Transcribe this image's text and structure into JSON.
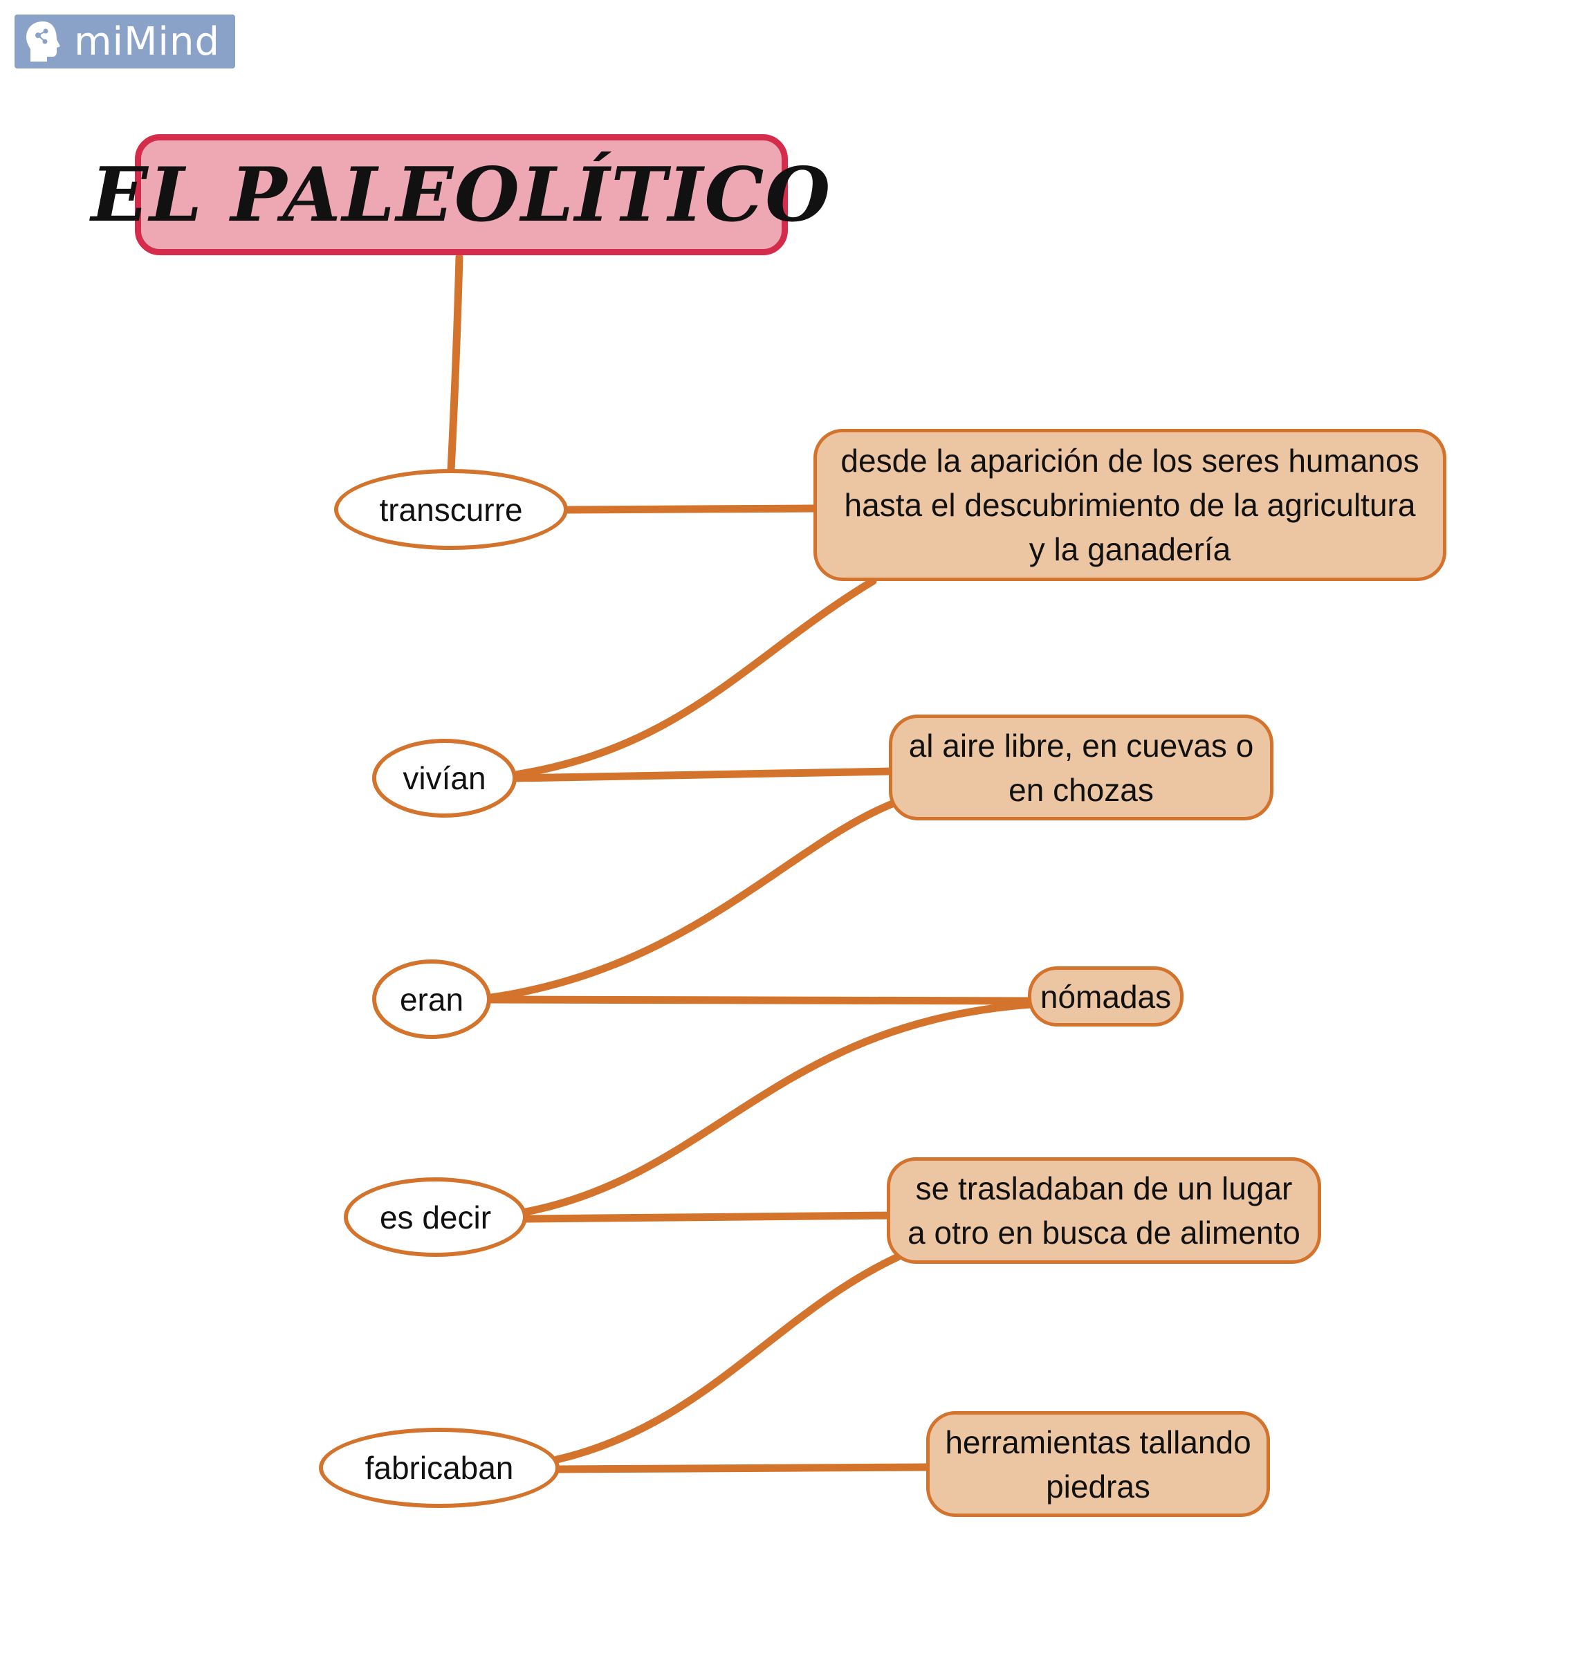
{
  "app": {
    "logo_text": "miMind"
  },
  "diagram": {
    "title": "EL PALEOLÍTICO",
    "colors": {
      "link": "#d3732c",
      "title_fill": "#eda8b4",
      "title_border": "#d42c4a",
      "box_fill": "#ecc5a3",
      "oval_border": "#d3732c"
    },
    "connectors": [
      {
        "id": "transcurre",
        "label": "transcurre"
      },
      {
        "id": "vivian",
        "label": "vivían"
      },
      {
        "id": "eran",
        "label": "eran"
      },
      {
        "id": "es-decir",
        "label": "es decir"
      },
      {
        "id": "fabricaban",
        "label": "fabricaban"
      }
    ],
    "concepts": [
      {
        "id": "aparicion",
        "text": "desde la aparición de los seres humanos\nhasta el descubrimiento de la agricultura\ny la ganadería"
      },
      {
        "id": "aire-libre",
        "text": "al aire libre, en cuevas o\nen chozas"
      },
      {
        "id": "nomadas",
        "text": "nómadas"
      },
      {
        "id": "trasladaban",
        "text": "se trasladaban de un lugar\na otro en busca de alimento"
      },
      {
        "id": "herramientas",
        "text": "herramientas tallando\npiedras"
      }
    ],
    "edges": [
      {
        "from": "title",
        "to": "transcurre"
      },
      {
        "from": "transcurre",
        "to": "aparicion"
      },
      {
        "from": "aparicion",
        "to": "vivian"
      },
      {
        "from": "vivian",
        "to": "aire-libre"
      },
      {
        "from": "aire-libre",
        "to": "eran"
      },
      {
        "from": "eran",
        "to": "nomadas"
      },
      {
        "from": "nomadas",
        "to": "es-decir"
      },
      {
        "from": "es-decir",
        "to": "trasladaban"
      },
      {
        "from": "trasladaban",
        "to": "fabricaban"
      },
      {
        "from": "fabricaban",
        "to": "herramientas"
      }
    ]
  }
}
